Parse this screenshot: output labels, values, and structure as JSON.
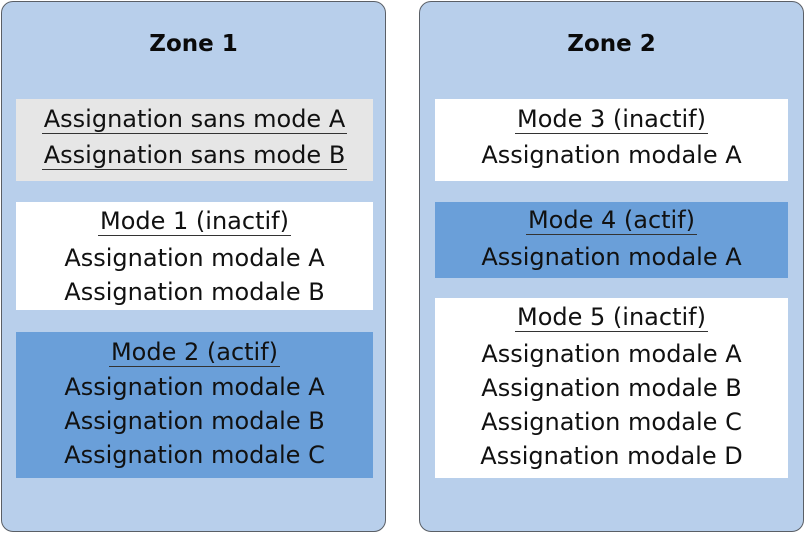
{
  "zones": [
    {
      "title": "Zone 1",
      "groups": [
        {
          "kind": "sans-mode",
          "lines": [
            "Assignation sans mode A",
            "Assignation sans mode B"
          ]
        },
        {
          "kind": "mode",
          "active": false,
          "header": "Mode 1 (inactif)",
          "lines": [
            "Assignation modale A",
            "Assignation modale B"
          ]
        },
        {
          "kind": "mode",
          "active": true,
          "header": "Mode 2 (actif)",
          "lines": [
            "Assignation modale A",
            "Assignation modale B",
            "Assignation modale C"
          ]
        }
      ]
    },
    {
      "title": "Zone 2",
      "groups": [
        {
          "kind": "mode",
          "active": false,
          "header": "Mode 3 (inactif)",
          "lines": [
            "Assignation modale A"
          ]
        },
        {
          "kind": "mode",
          "active": true,
          "header": "Mode 4 (actif)",
          "lines": [
            "Assignation modale A"
          ]
        },
        {
          "kind": "mode",
          "active": false,
          "header": "Mode 5 (inactif)",
          "lines": [
            "Assignation modale A",
            "Assignation modale B",
            "Assignation modale C",
            "Assignation modale D"
          ]
        }
      ]
    }
  ],
  "colors": {
    "zone_bg": "#b8cfeb",
    "active_bg": "#6a9fd9",
    "inactive_bg": "#ffffff",
    "sans_mode_bg": "#e6e6e6"
  }
}
